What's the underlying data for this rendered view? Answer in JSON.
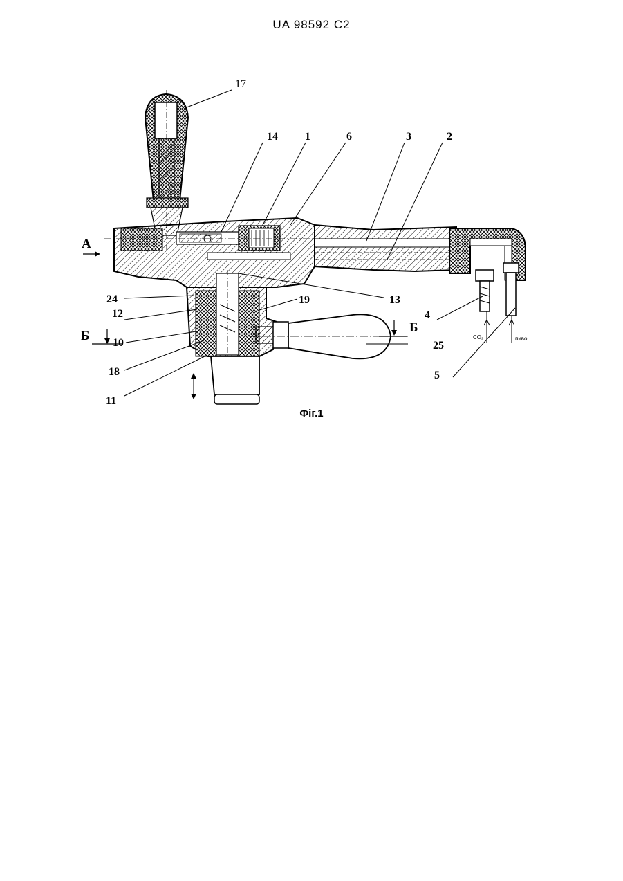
{
  "header": {
    "doc_id": "UA   98592   C2"
  },
  "caption": "Фіг.1",
  "labels": {
    "l17": "17",
    "l14": "14",
    "l1": "1",
    "l6": "6",
    "l3": "3",
    "l2": "2",
    "lA": "А",
    "l24": "24",
    "l12": "12",
    "l10": "10",
    "l18": "18",
    "l11": "11",
    "l19": "19",
    "l13": "13",
    "l4": "4",
    "l5": "5",
    "l25": "25",
    "lB_left": "Б",
    "lB_right": "Б",
    "co2": "CO₂",
    "pivo": "пиво"
  }
}
